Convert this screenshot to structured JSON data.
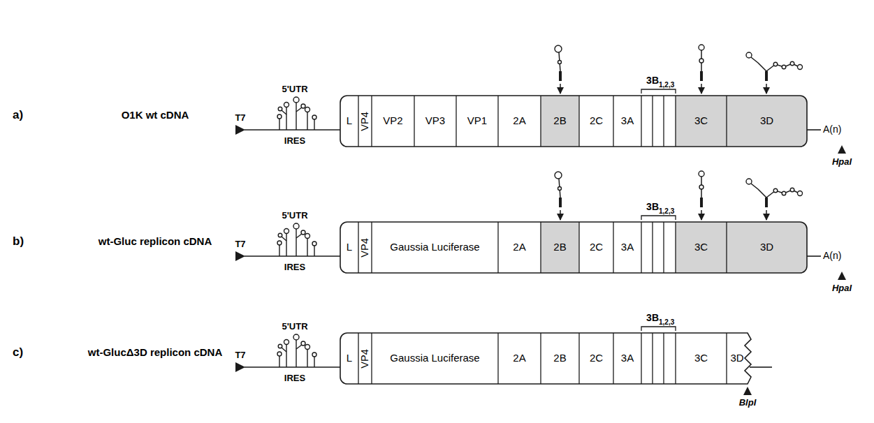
{
  "diagram": {
    "nodes": [
      {
        "text": [
          "L"
        ]
      },
      {
        "text": [
          "VP4"
        ]
      },
      {
        "text": [
          "VP2"
        ]
      },
      {
        "text": [
          "VP3"
        ]
      },
      {
        "text": [
          "VP1"
        ]
      },
      {
        "text": [
          "2A"
        ]
      },
      {
        "text": [
          "2B"
        ]
      },
      {
        "text": [
          "2C"
        ]
      },
      {
        "text": [
          "3A"
        ]
      },
      {
        "text": [
          "3C"
        ]
      },
      {
        "text": [
          "3D"
        ]
      },
      {
        "text": [
          "L"
        ]
      },
      {
        "text": [
          "VP4"
        ]
      },
      {
        "text": [
          "Gaussia Luciferase"
        ]
      },
      {
        "text": [
          "2A"
        ]
      },
      {
        "text": [
          "2B"
        ]
      },
      {
        "text": [
          "2C"
        ]
      },
      {
        "text": [
          "3A"
        ]
      },
      {
        "text": [
          "3C"
        ]
      },
      {
        "text": [
          "3D"
        ]
      },
      {
        "text": [
          "L"
        ]
      },
      {
        "text": [
          "VP4"
        ]
      },
      {
        "text": [
          "Gaussia Luciferase"
        ]
      },
      {
        "text": [
          "2A"
        ]
      },
      {
        "text": [
          "2B"
        ]
      },
      {
        "text": [
          "2C"
        ]
      },
      {
        "text": [
          "3A"
        ]
      },
      {
        "text": [
          "3C"
        ]
      },
      {
        "text": [
          "3D"
        ]
      }
    ],
    "labels": [
      "a)",
      "O1K wt cDNA",
      "T7",
      "5'UTR",
      "IRES",
      "3B",
      "1,2,3",
      "A(n)",
      "HpaI",
      "b)",
      "wt-Gluc replicon cDNA",
      "T7",
      "5'UTR",
      "IRES",
      "3B",
      "1,2,3",
      "A(n)",
      "HpaI",
      "c)",
      "wt-GlucΔ3D replicon cDNA",
      "T7",
      "5'UTR",
      "IRES",
      "3B",
      "1,2,3",
      "BlpI"
    ]
  }
}
